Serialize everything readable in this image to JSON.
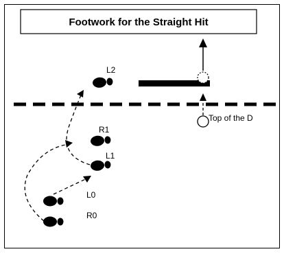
{
  "diagram": {
    "title": "Footwork for the Straight Hit",
    "labels": {
      "l2": "L2",
      "r1": "R1",
      "l1": "L1",
      "l0": "L0",
      "r0": "R0",
      "top_of_d": "Top of the D"
    },
    "icons": {
      "footprint": "footprint-icon",
      "ball": "ball-icon",
      "arrow": "arrowhead-icon"
    },
    "colors": {
      "ink": "#000000",
      "background": "#ffffff"
    }
  }
}
